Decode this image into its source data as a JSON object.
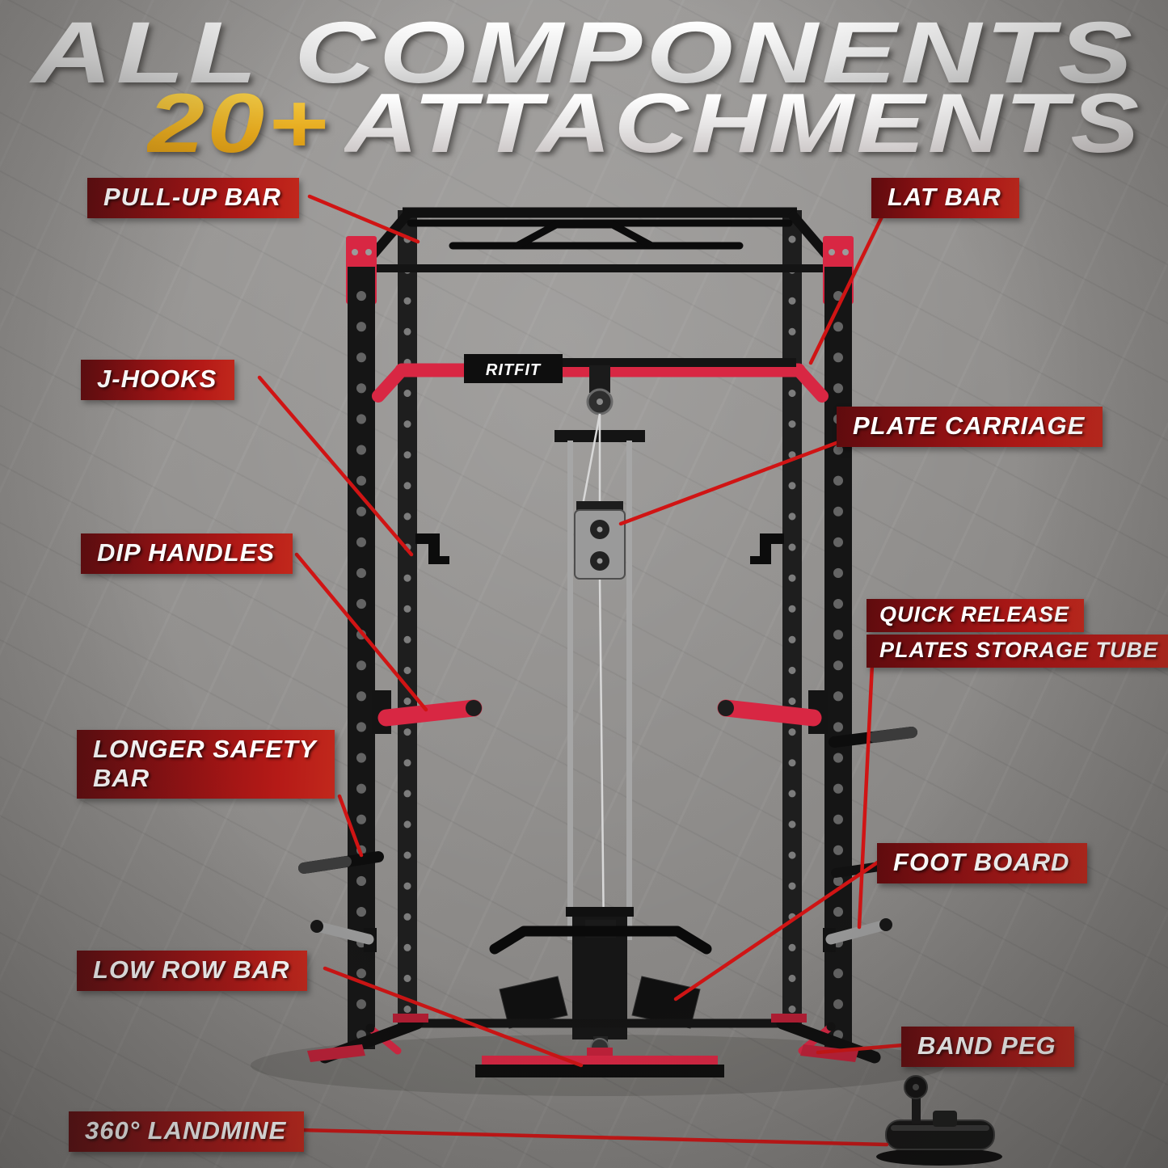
{
  "title": {
    "line1": "ALL COMPONENTS",
    "count": "20+",
    "attachments": "ATTACHMENTS"
  },
  "brand": "RITFIT",
  "labels": {
    "pull_up_bar": "PULL-UP BAR",
    "lat_bar": "LAT BAR",
    "j_hooks": "J-HOOKS",
    "plate_carriage": "PLATE CARRIAGE",
    "dip_handles": "DIP HANDLES",
    "quick_release_line1": "QUICK RELEASE",
    "quick_release_line2": "PLATES STORAGE TUBE",
    "longer_safety_line1": "LONGER SAFETY",
    "longer_safety_line2": "BAR",
    "foot_board": "FOOT BOARD",
    "low_row_bar": "LOW ROW BAR",
    "band_peg": "BAND PEG",
    "landmine": "360° LANDMINE"
  },
  "colors": {
    "background_gray": "#908e8c",
    "label_dark_red": "#5f0b0e",
    "label_bright_red": "#c1281c",
    "leader_line_red": "#d01414",
    "rack_accent_red": "#d82743",
    "rack_black": "#151515",
    "highlight_yellow": "#e5a81c",
    "title_white": "#f2f2f2"
  }
}
